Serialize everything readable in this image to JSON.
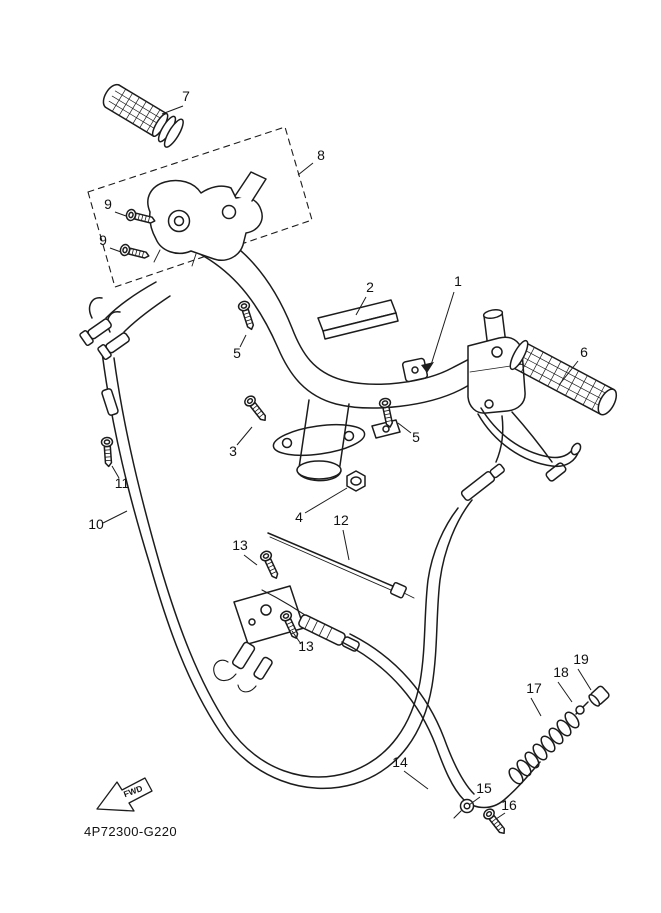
{
  "diagram": {
    "code": "4P72300-G220",
    "fwd_label": "FWD",
    "callouts": [
      "7",
      "8",
      "9",
      "9",
      "2",
      "1",
      "5",
      "6",
      "3",
      "5",
      "4",
      "11",
      "10",
      "12",
      "13",
      "13",
      "19",
      "18",
      "17",
      "14",
      "15",
      "16"
    ]
  }
}
